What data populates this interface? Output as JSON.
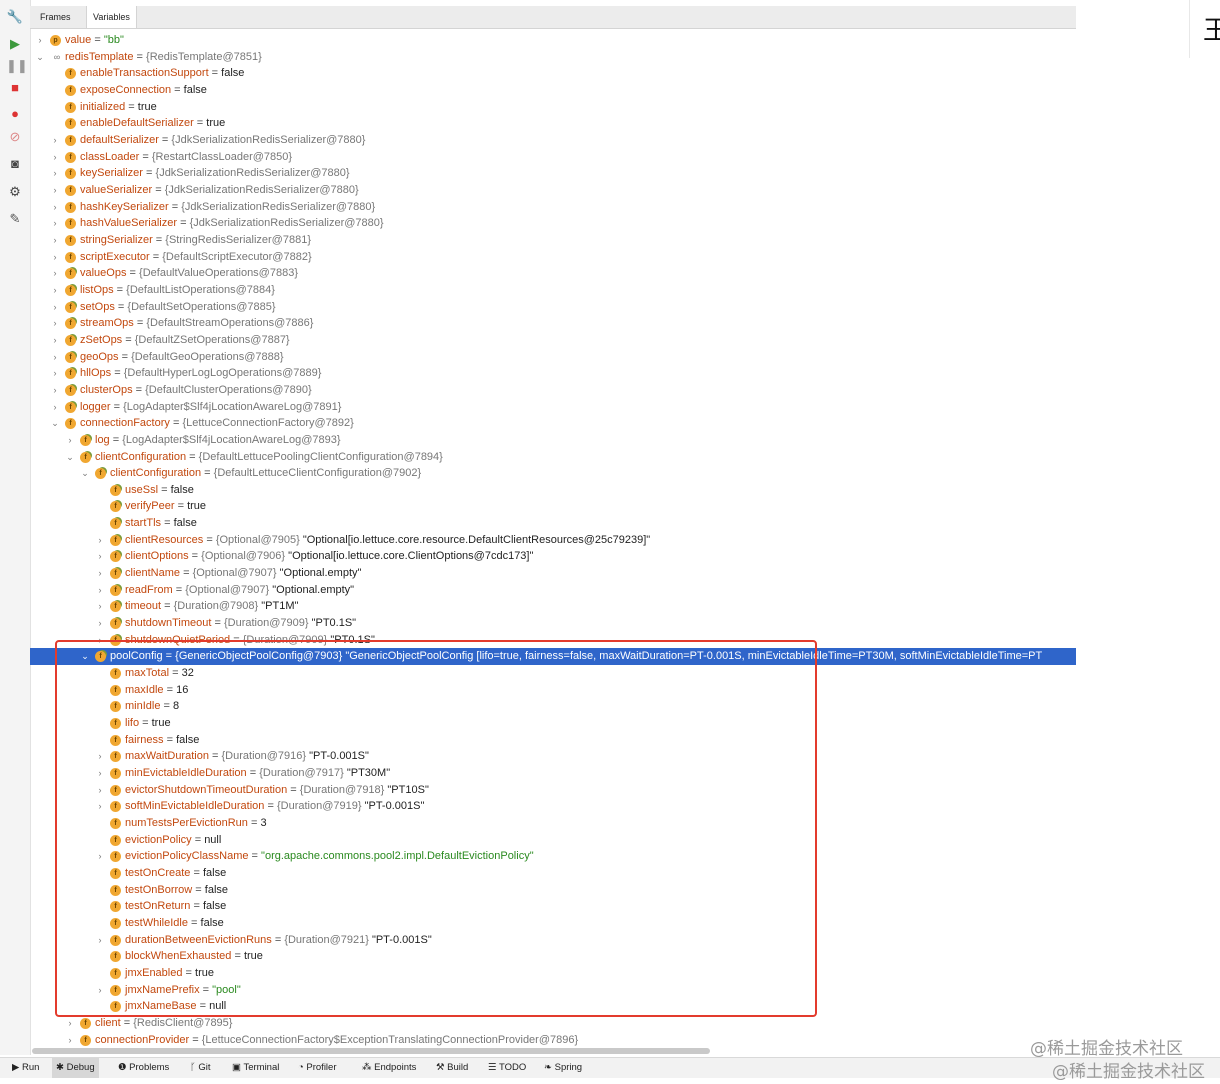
{
  "tabs": {
    "frames": "Frames",
    "variables": "Variables"
  },
  "left_toolbar": [
    "wrench-icon",
    "resume-icon",
    "pause-icon",
    "stop-icon",
    "view-breakpoints-icon",
    "mute-breakpoints-icon",
    "camera-icon",
    "settings-icon",
    "pin-icon"
  ],
  "variables": [
    {
      "depth": 0,
      "arrow": "right",
      "icon": "p",
      "name": "value",
      "value": "\"bb\"",
      "kind": "str"
    },
    {
      "depth": 0,
      "arrow": "down",
      "icon": "oo",
      "name": "redisTemplate",
      "ref": "{RedisTemplate@7851}"
    },
    {
      "depth": 1,
      "arrow": "",
      "icon": "f",
      "name": "enableTransactionSupport",
      "value": "false",
      "kind": "plain"
    },
    {
      "depth": 1,
      "arrow": "",
      "icon": "f",
      "name": "exposeConnection",
      "value": "false",
      "kind": "plain"
    },
    {
      "depth": 1,
      "arrow": "",
      "icon": "f",
      "name": "initialized",
      "value": "true",
      "kind": "plain"
    },
    {
      "depth": 1,
      "arrow": "",
      "icon": "f",
      "name": "enableDefaultSerializer",
      "value": "true",
      "kind": "plain"
    },
    {
      "depth": 1,
      "arrow": "right",
      "icon": "f",
      "name": "defaultSerializer",
      "ref": "{JdkSerializationRedisSerializer@7880}"
    },
    {
      "depth": 1,
      "arrow": "right",
      "icon": "f",
      "name": "classLoader",
      "ref": "{RestartClassLoader@7850}"
    },
    {
      "depth": 1,
      "arrow": "right",
      "icon": "f",
      "name": "keySerializer",
      "ref": "{JdkSerializationRedisSerializer@7880}"
    },
    {
      "depth": 1,
      "arrow": "right",
      "icon": "f",
      "name": "valueSerializer",
      "ref": "{JdkSerializationRedisSerializer@7880}"
    },
    {
      "depth": 1,
      "arrow": "right",
      "icon": "f",
      "name": "hashKeySerializer",
      "ref": "{JdkSerializationRedisSerializer@7880}"
    },
    {
      "depth": 1,
      "arrow": "right",
      "icon": "f",
      "name": "hashValueSerializer",
      "ref": "{JdkSerializationRedisSerializer@7880}"
    },
    {
      "depth": 1,
      "arrow": "right",
      "icon": "f",
      "name": "stringSerializer",
      "ref": "{StringRedisSerializer@7881}"
    },
    {
      "depth": 1,
      "arrow": "right",
      "icon": "f",
      "name": "scriptExecutor",
      "ref": "{DefaultScriptExecutor@7882}"
    },
    {
      "depth": 1,
      "arrow": "right",
      "icon": "ff",
      "name": "valueOps",
      "ref": "{DefaultValueOperations@7883}"
    },
    {
      "depth": 1,
      "arrow": "right",
      "icon": "ff",
      "name": "listOps",
      "ref": "{DefaultListOperations@7884}"
    },
    {
      "depth": 1,
      "arrow": "right",
      "icon": "ff",
      "name": "setOps",
      "ref": "{DefaultSetOperations@7885}"
    },
    {
      "depth": 1,
      "arrow": "right",
      "icon": "ff",
      "name": "streamOps",
      "ref": "{DefaultStreamOperations@7886}"
    },
    {
      "depth": 1,
      "arrow": "right",
      "icon": "ff",
      "name": "zSetOps",
      "ref": "{DefaultZSetOperations@7887}"
    },
    {
      "depth": 1,
      "arrow": "right",
      "icon": "ff",
      "name": "geoOps",
      "ref": "{DefaultGeoOperations@7888}"
    },
    {
      "depth": 1,
      "arrow": "right",
      "icon": "ff",
      "name": "hllOps",
      "ref": "{DefaultHyperLogLogOperations@7889}"
    },
    {
      "depth": 1,
      "arrow": "right",
      "icon": "ff",
      "name": "clusterOps",
      "ref": "{DefaultClusterOperations@7890}"
    },
    {
      "depth": 1,
      "arrow": "right",
      "icon": "ff",
      "name": "logger",
      "ref": "{LogAdapter$Slf4jLocationAwareLog@7891}"
    },
    {
      "depth": 1,
      "arrow": "down",
      "icon": "f",
      "name": "connectionFactory",
      "ref": "{LettuceConnectionFactory@7892}"
    },
    {
      "depth": 2,
      "arrow": "right",
      "icon": "ff",
      "name": "log",
      "ref": "{LogAdapter$Slf4jLocationAwareLog@7893}"
    },
    {
      "depth": 2,
      "arrow": "down",
      "icon": "ff",
      "name": "clientConfiguration",
      "ref": "{DefaultLettucePoolingClientConfiguration@7894}"
    },
    {
      "depth": 3,
      "arrow": "down",
      "icon": "ff",
      "name": "clientConfiguration",
      "ref": "{DefaultLettuceClientConfiguration@7902}"
    },
    {
      "depth": 4,
      "arrow": "",
      "icon": "ff",
      "name": "useSsl",
      "value": "false",
      "kind": "plain"
    },
    {
      "depth": 4,
      "arrow": "",
      "icon": "ff",
      "name": "verifyPeer",
      "value": "true",
      "kind": "plain"
    },
    {
      "depth": 4,
      "arrow": "",
      "icon": "ff",
      "name": "startTls",
      "value": "false",
      "kind": "plain"
    },
    {
      "depth": 4,
      "arrow": "right",
      "icon": "ff",
      "name": "clientResources",
      "ref": "{Optional@7905}",
      "value": "\"Optional[io.lettuce.core.resource.DefaultClientResources@25c79239]\"",
      "kind": "plain"
    },
    {
      "depth": 4,
      "arrow": "right",
      "icon": "ff",
      "name": "clientOptions",
      "ref": "{Optional@7906}",
      "value": "\"Optional[io.lettuce.core.ClientOptions@7cdc173]\"",
      "kind": "plain"
    },
    {
      "depth": 4,
      "arrow": "right",
      "icon": "ff",
      "name": "clientName",
      "ref": "{Optional@7907}",
      "value": "\"Optional.empty\"",
      "kind": "plain"
    },
    {
      "depth": 4,
      "arrow": "right",
      "icon": "ff",
      "name": "readFrom",
      "ref": "{Optional@7907}",
      "value": "\"Optional.empty\"",
      "kind": "plain"
    },
    {
      "depth": 4,
      "arrow": "right",
      "icon": "ff",
      "name": "timeout",
      "ref": "{Duration@7908}",
      "value": "\"PT1M\"",
      "kind": "plain"
    },
    {
      "depth": 4,
      "arrow": "right",
      "icon": "ff",
      "name": "shutdownTimeout",
      "ref": "{Duration@7909}",
      "value": "\"PT0.1S\"",
      "kind": "plain"
    },
    {
      "depth": 4,
      "arrow": "right",
      "icon": "ff",
      "name": "shutdownQuietPeriod",
      "ref": "{Duration@7909}",
      "value": "\"PT0.1S\"",
      "kind": "plain"
    },
    {
      "depth": 3,
      "arrow": "down",
      "icon": "ff",
      "name": "poolConfig",
      "ref": "{GenericObjectPoolConfig@7903}",
      "value": "\"GenericObjectPoolConfig [lifo=true, fairness=false, maxWaitDuration=PT-0.001S, minEvictableIdleTime=PT30M, softMinEvictableIdleTime=PT",
      "kind": "plain",
      "selected": true
    },
    {
      "depth": 4,
      "arrow": "",
      "icon": "f",
      "name": "maxTotal",
      "value": "32",
      "kind": "plain"
    },
    {
      "depth": 4,
      "arrow": "",
      "icon": "f",
      "name": "maxIdle",
      "value": "16",
      "kind": "plain"
    },
    {
      "depth": 4,
      "arrow": "",
      "icon": "f",
      "name": "minIdle",
      "value": "8",
      "kind": "plain"
    },
    {
      "depth": 4,
      "arrow": "",
      "icon": "f",
      "name": "lifo",
      "value": "true",
      "kind": "plain"
    },
    {
      "depth": 4,
      "arrow": "",
      "icon": "f",
      "name": "fairness",
      "value": "false",
      "kind": "plain"
    },
    {
      "depth": 4,
      "arrow": "right",
      "icon": "f",
      "name": "maxWaitDuration",
      "ref": "{Duration@7916}",
      "value": "\"PT-0.001S\"",
      "kind": "plain"
    },
    {
      "depth": 4,
      "arrow": "right",
      "icon": "f",
      "name": "minEvictableIdleDuration",
      "ref": "{Duration@7917}",
      "value": "\"PT30M\"",
      "kind": "plain"
    },
    {
      "depth": 4,
      "arrow": "right",
      "icon": "f",
      "name": "evictorShutdownTimeoutDuration",
      "ref": "{Duration@7918}",
      "value": "\"PT10S\"",
      "kind": "plain"
    },
    {
      "depth": 4,
      "arrow": "right",
      "icon": "f",
      "name": "softMinEvictableIdleDuration",
      "ref": "{Duration@7919}",
      "value": "\"PT-0.001S\"",
      "kind": "plain"
    },
    {
      "depth": 4,
      "arrow": "",
      "icon": "f",
      "name": "numTestsPerEvictionRun",
      "value": "3",
      "kind": "plain"
    },
    {
      "depth": 4,
      "arrow": "",
      "icon": "f",
      "name": "evictionPolicy",
      "value": "null",
      "kind": "plain"
    },
    {
      "depth": 4,
      "arrow": "right",
      "icon": "f",
      "name": "evictionPolicyClassName",
      "value": "\"org.apache.commons.pool2.impl.DefaultEvictionPolicy\"",
      "kind": "str"
    },
    {
      "depth": 4,
      "arrow": "",
      "icon": "f",
      "name": "testOnCreate",
      "value": "false",
      "kind": "plain"
    },
    {
      "depth": 4,
      "arrow": "",
      "icon": "f",
      "name": "testOnBorrow",
      "value": "false",
      "kind": "plain"
    },
    {
      "depth": 4,
      "arrow": "",
      "icon": "f",
      "name": "testOnReturn",
      "value": "false",
      "kind": "plain"
    },
    {
      "depth": 4,
      "arrow": "",
      "icon": "f",
      "name": "testWhileIdle",
      "value": "false",
      "kind": "plain"
    },
    {
      "depth": 4,
      "arrow": "right",
      "icon": "f",
      "name": "durationBetweenEvictionRuns",
      "ref": "{Duration@7921}",
      "value": "\"PT-0.001S\"",
      "kind": "plain"
    },
    {
      "depth": 4,
      "arrow": "",
      "icon": "f",
      "name": "blockWhenExhausted",
      "value": "true",
      "kind": "plain"
    },
    {
      "depth": 4,
      "arrow": "",
      "icon": "f",
      "name": "jmxEnabled",
      "value": "true",
      "kind": "plain"
    },
    {
      "depth": 4,
      "arrow": "right",
      "icon": "f",
      "name": "jmxNamePrefix",
      "value": "\"pool\"",
      "kind": "str"
    },
    {
      "depth": 4,
      "arrow": "",
      "icon": "f",
      "name": "jmxNameBase",
      "value": "null",
      "kind": "plain"
    },
    {
      "depth": 2,
      "arrow": "right",
      "icon": "f",
      "name": "client",
      "ref": "{RedisClient@7895}"
    },
    {
      "depth": 2,
      "arrow": "right",
      "icon": "f",
      "name": "connectionProvider",
      "ref": "{LettuceConnectionFactory$ExceptionTranslatingConnectionProvider@7896}"
    }
  ],
  "bottom_tools": [
    {
      "label": "Run",
      "icon": "run-icon"
    },
    {
      "label": "Debug",
      "icon": "debug-icon",
      "active": true
    },
    {
      "label": "Problems",
      "icon": "problems-icon"
    },
    {
      "label": "Git",
      "icon": "git-icon"
    },
    {
      "label": "Terminal",
      "icon": "terminal-icon"
    },
    {
      "label": "Profiler",
      "icon": "profiler-icon"
    },
    {
      "label": "Endpoints",
      "icon": "endpoints-icon"
    },
    {
      "label": "Build",
      "icon": "build-icon"
    },
    {
      "label": "TODO",
      "icon": "todo-icon"
    },
    {
      "label": "Spring",
      "icon": "spring-icon"
    }
  ],
  "watermark": {
    "line1": "@稀土掘金技术社区",
    "line2": "@稀土掘金技术社区"
  },
  "right_glyph": "王",
  "colors": {
    "selection": "#2f65ca",
    "highlight_box": "#e33b2d",
    "field_name": "#c2480e",
    "string_value": "#2a8a1f",
    "field_icon": "#f0a731"
  }
}
